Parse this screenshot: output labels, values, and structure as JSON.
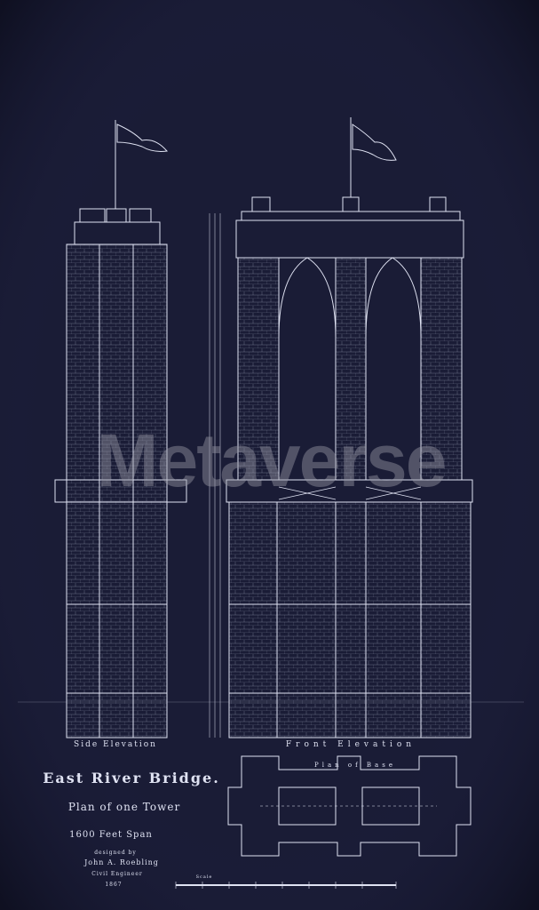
{
  "drawing": {
    "side_label": "Side Elevation",
    "front_label": "Front Elevation",
    "plan_label": "Plan of Base",
    "title": "East River Bridge.",
    "subtitle": "Plan of one Tower",
    "span": "1600 Feet Span",
    "designed_by": "designed by",
    "designer": "John A. Roebling",
    "designer_title": "Civil Engineer",
    "year": "1867",
    "scale_caption": "Scale"
  },
  "watermark": "Metaverse",
  "colors": {
    "background": "#1a1c36",
    "lines": "#dfe2f2"
  }
}
